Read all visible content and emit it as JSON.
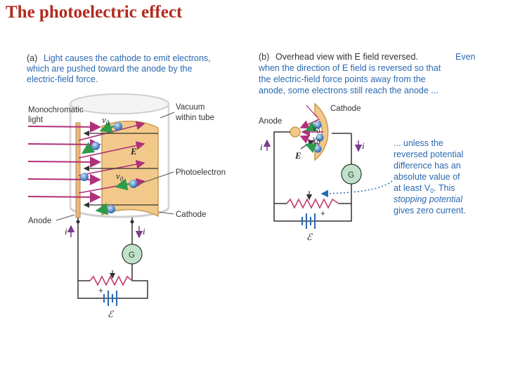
{
  "title": "The photoelectric effect",
  "panel_a": {
    "caption_tag": "(a)",
    "caption_lines": [
      "Light causes the cathode to emit electrons,",
      "which are pushed toward the anode by the",
      "electric-field force."
    ],
    "labels": {
      "light_1": "Monochromatic",
      "light_2": "light",
      "vacuum_1": "Vacuum",
      "vacuum_2": "within tube",
      "photoelectron": "Photoelectron",
      "cathode": "Cathode",
      "anode": "Anode",
      "v0_top": "v",
      "v0_mid": "v",
      "v0_sub": "0",
      "field": "E",
      "current_left": "i",
      "current_right": "i",
      "galvanometer": "G",
      "plus": "+",
      "emf": "ℰ"
    }
  },
  "panel_b": {
    "caption_tag": "(b)",
    "caption_lines": [
      "Overhead view with E field reversed.",
      "Even",
      "when the direction of E field is reversed so that",
      "the electric-field force points away from the",
      "anode, some electrons still reach the anode ..."
    ],
    "side_lines": [
      "... unless the",
      "reversed potential",
      "difference has an",
      "absolute value of",
      "at least V",
      "0",
      ". This",
      "stopping potential",
      "gives zero current."
    ],
    "labels": {
      "cathode": "Cathode",
      "anode": "Anode",
      "v0": "v",
      "v0_sub": "0",
      "field": "E",
      "current_left": "i",
      "current_right": "i",
      "galvanometer": "G",
      "plus": "+",
      "emf": "ℰ"
    }
  },
  "colors": {
    "title": "#b22a1e",
    "caption_accent": "#2a68b0",
    "ray": "#b0307a",
    "cathode_fill": "#f2c98a",
    "electron": "#3b78c0",
    "velocity_arrow": "#2e9a4a",
    "galvanometer": "#bfe3c9",
    "resistor": "#c23b6b",
    "battery": "#2a68b0"
  }
}
